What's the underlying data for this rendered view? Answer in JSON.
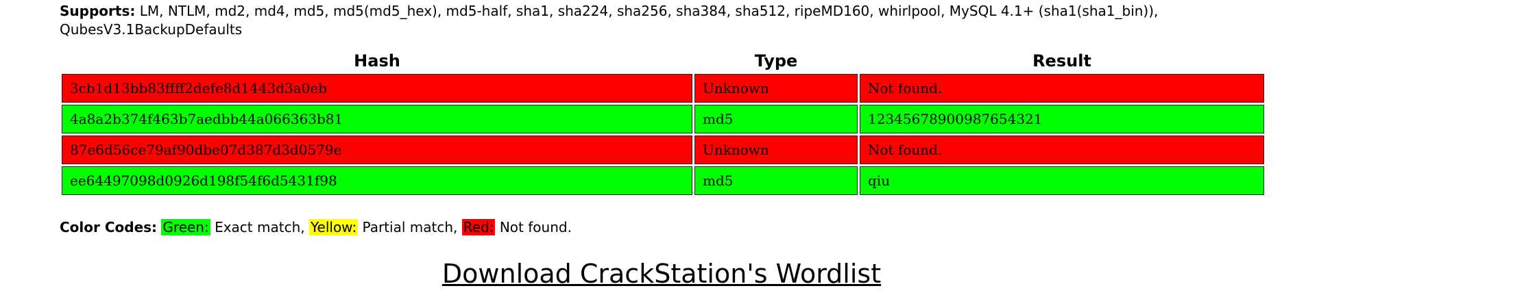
{
  "supports": {
    "label": "Supports:",
    "text": "LM, NTLM, md2, md4, md5, md5(md5_hex), md5-half, sha1, sha224, sha256, sha384, sha512, ripeMD160, whirlpool, MySQL 4.1+ (sha1(sha1_bin)), QubesV3.1BackupDefaults"
  },
  "results_table": {
    "headers": {
      "hash": "Hash",
      "type": "Type",
      "result": "Result"
    },
    "rows": [
      {
        "hash": "3cb1d13bb83ffff2defe8d1443d3a0eb",
        "type": "Unknown",
        "result": "Not found.",
        "color": "#ff0000"
      },
      {
        "hash": "4a8a2b374f463b7aedbb44a066363b81",
        "type": "md5",
        "result": "12345678900987654321",
        "color": "#00ff00"
      },
      {
        "hash": "87e6d56ce79af90dbe07d387d3d0579e",
        "type": "Unknown",
        "result": "Not found.",
        "color": "#ff0000"
      },
      {
        "hash": "ee64497098d0926d198f54f6d5431f98",
        "type": "md5",
        "result": "qiu",
        "color": "#00ff00"
      }
    ]
  },
  "color_codes": {
    "label": "Color Codes:",
    "green": {
      "name": "Green:",
      "desc": " Exact match, ",
      "color": "#00ff00"
    },
    "yellow": {
      "name": "Yellow:",
      "desc": " Partial match, ",
      "color": "#ffff00"
    },
    "red": {
      "name": "Red:",
      "desc": " Not found.",
      "color": "#ff0000"
    }
  },
  "download_link": "Download CrackStation's Wordlist"
}
